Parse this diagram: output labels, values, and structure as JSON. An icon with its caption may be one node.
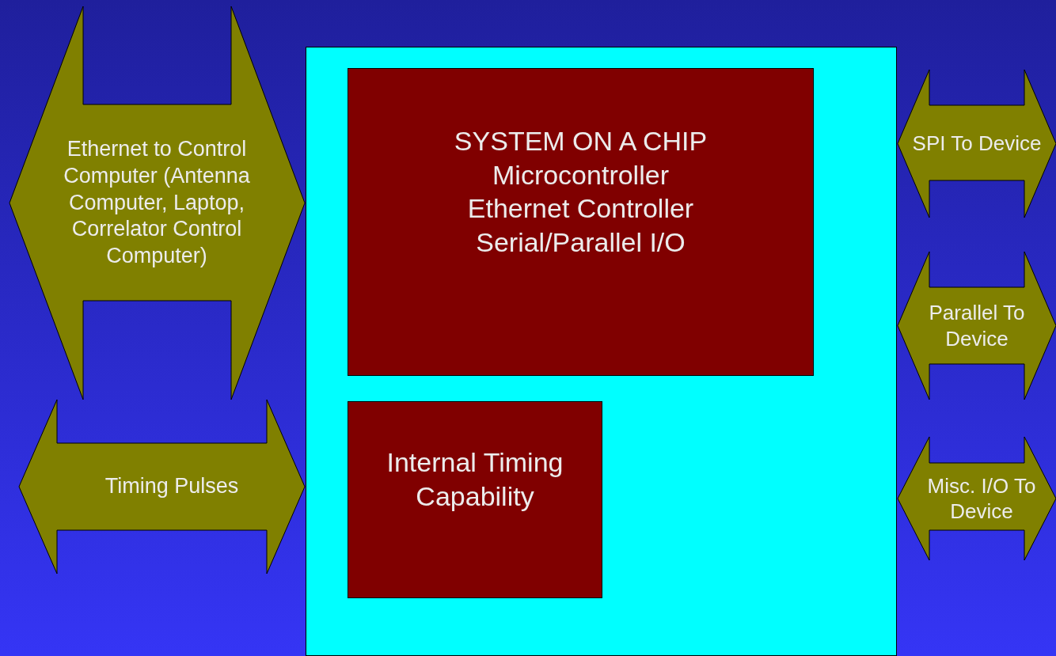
{
  "diagram": {
    "nodes": [
      {
        "text": [],
        "shape": "box"
      },
      {
        "text": [
          "SYSTEM ON A CHIP",
          "Microcontroller",
          "Ethernet Controller",
          "Serial/Parallel I/O"
        ],
        "in": 0
      },
      {
        "text": [
          "Internal Timing Capability"
        ],
        "in": 0
      },
      {
        "text": [
          "Ethernet to Control Computer (Antenna Computer, Laptop, Correlator Control Computer)"
        ]
      },
      {
        "text": [
          "Timing Pulses"
        ]
      },
      {
        "text": [
          "SPI To Device"
        ]
      },
      {
        "text": [
          "Parallel To Device"
        ]
      },
      {
        "text": [
          "Misc. I/O To Device"
        ]
      }
    ]
  }
}
